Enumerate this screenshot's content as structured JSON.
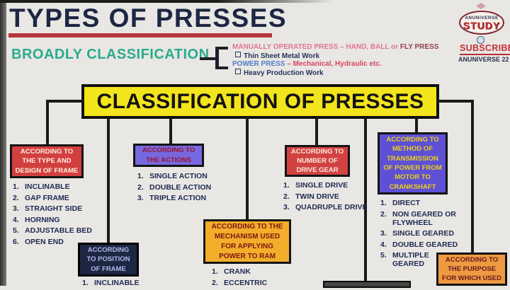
{
  "header": {
    "title": "TYPES OF PRESSES",
    "subtitle": "BROADLY CLASSIFICATION"
  },
  "logo": {
    "brand_small": "ANUNIVERSE",
    "brand_big": "STUDY",
    "subscribe_label": "SUBSCRIBE",
    "channel_name": "ANUNIVERSE 22"
  },
  "broad_classification": {
    "manual": {
      "name": "MANUALLY OPERATED PRESS",
      "types": " – HAND, BALL or ",
      "types_em": "FLY PRESS",
      "note": "Thin Sheet Metal Work"
    },
    "power": {
      "name": "POWER PRESS",
      "types": " – Mechanical, Hydraulic etc.",
      "note": "Heavy Production Work"
    }
  },
  "banner_title": "CLASSIFICATION OF PRESSES",
  "categories": [
    {
      "heading": "ACCORDING TO THE TYPE AND DESIGN OF FRAME",
      "items": [
        "INCLINABLE",
        "GAP FRAME",
        "STRAIGHT SIDE",
        "HORNING",
        "ADJUSTABLE BED",
        "OPEN END"
      ]
    },
    {
      "heading": "ACCORDING TO THE ACTIONS",
      "items": [
        "SINGLE ACTION",
        "DOUBLE ACTION",
        "TRIPLE ACTION"
      ]
    },
    {
      "heading": "ACCORDING TO NUMBER OF DRIVE GEAR",
      "items": [
        "SINGLE DRIVE",
        "TWIN DRIVE",
        "QUADRUPLE DRIVE"
      ]
    },
    {
      "heading": "ACCORDING TO METHOD OF TRANSMISSION OF POWER FROM MOTOR TO CRANKSHAFT",
      "items": [
        "DIRECT",
        "NON GEARED OR FLYWHEEL",
        "SINGLE GEARED",
        "DOUBLE GEARED",
        "MULTIPLE GEARED"
      ]
    },
    {
      "heading": "ACCORDING TO POSITION OF FRAME",
      "items": [
        "INCLINABLE"
      ]
    },
    {
      "heading": "ACCORDING TO THE MECHANISM USED FOR APPLYING POWER TO RAM",
      "items": [
        "CRANK",
        "ECCENTRIC"
      ]
    },
    {
      "heading": "ACCORDING TO THE PURPOSE FOR WHICH USED",
      "items": []
    }
  ],
  "colors": {
    "banner_bg": "#f3e51c",
    "red_box_bg": "#d23f3f",
    "periwinkle_box_bg": "#7668e0",
    "transmission_box_bg": "#5d50d5",
    "transmission_text": "#efd016",
    "navy_box_bg": "#1e2742",
    "amber_box_bg": "#f2ae2a",
    "orange_box_bg": "#ef9a40",
    "title_text": "#1c2744",
    "title_underline": "#b5373d",
    "subtitle_text": "#2aab8d",
    "list_text": "#202b55",
    "connector": "#1a1a1a"
  }
}
